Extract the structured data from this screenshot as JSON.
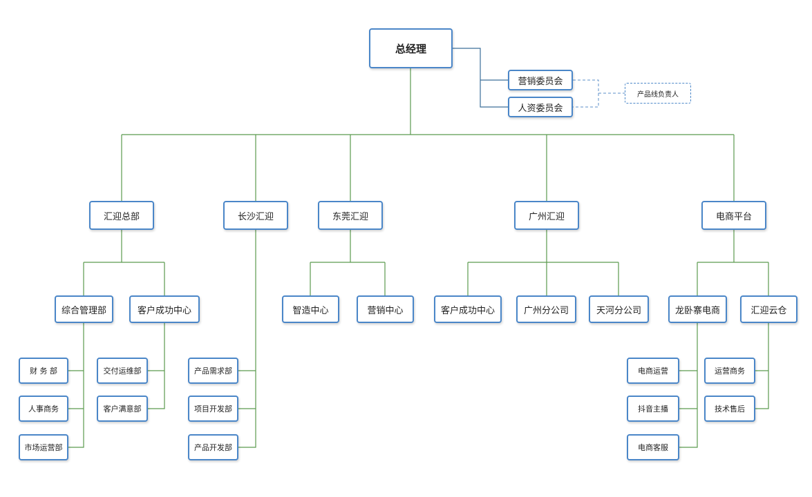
{
  "root": "总经理",
  "committees": [
    "营销委员会",
    "人资委员会"
  ],
  "product_line": "产品线负责人",
  "branches": {
    "hq": "汇迎总部",
    "changsha": "长沙汇迎",
    "dongguan": "东莞汇迎",
    "guangzhou": "广州汇迎",
    "ecommerce": "电商平台"
  },
  "hq_depts": {
    "admin": "综合管理部",
    "cs": "客户成功中心",
    "admin_children": [
      "财 务 部",
      "人事商务",
      "市场运营部"
    ],
    "cs_children": [
      "交付运维部",
      "客户满意部"
    ]
  },
  "changsha_depts": [
    "产品需求部",
    "项目开发部",
    "产品开发部"
  ],
  "dongguan_depts": [
    "智造中心",
    "营销中心"
  ],
  "guangzhou_depts": [
    "客户成功中心",
    "广州分公司",
    "天河分公司"
  ],
  "ecommerce_depts": {
    "longwo": "龙卧寨电商",
    "cloud": "汇迎云仓",
    "longwo_children": [
      "电商运营",
      "抖音主播",
      "电商客服"
    ],
    "cloud_children": [
      "运营商务",
      "技术售后"
    ]
  },
  "colors": {
    "node_border": "#4a86c8",
    "tree_line": "#5a9a4e",
    "committee_line": "#3a6e99",
    "dash_line": "#5b8fc9"
  }
}
